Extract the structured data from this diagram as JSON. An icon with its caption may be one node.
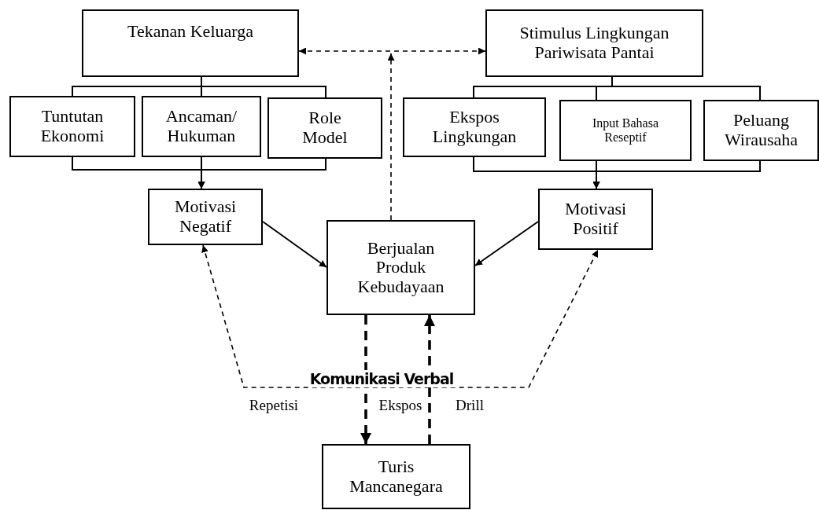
{
  "diagram": {
    "nodes": [
      {
        "text": [
          "Tekanan Keluarga"
        ]
      },
      {
        "text": [
          "Stimulus Lingkungan Pariwisata Pantai"
        ]
      },
      {
        "text": [
          "Tuntutan Ekonomi"
        ]
      },
      {
        "text": [
          "Ancaman/ Hukuman"
        ]
      },
      {
        "text": [
          "Role Model"
        ]
      },
      {
        "text": [
          "Ekspos Lingkungan"
        ]
      },
      {
        "text": [
          "Input Bahasa Reseptif"
        ]
      },
      {
        "text": [
          "Peluang Wirausaha"
        ]
      },
      {
        "text": [
          "Motivasi Negatif"
        ]
      },
      {
        "text": [
          "Motivasi Positif"
        ]
      },
      {
        "text": [
          "Berjualan Produk Kebudayaan"
        ]
      },
      {
        "text": [
          "Turis Mancanegara"
        ]
      }
    ],
    "edges": [
      {
        "from": 0,
        "to": 2,
        "arrow": "none"
      },
      {
        "from": 0,
        "to": 3,
        "arrow": "none"
      },
      {
        "from": 0,
        "to": 4,
        "arrow": "none"
      },
      {
        "from": 1,
        "to": 5,
        "arrow": "none"
      },
      {
        "from": 1,
        "to": 6,
        "arrow": "none"
      },
      {
        "from": 1,
        "to": 7,
        "arrow": "none"
      },
      {
        "from": 2,
        "to": 8,
        "arrow": "to"
      },
      {
        "from": 3,
        "to": 8,
        "arrow": "to"
      },
      {
        "from": 4,
        "to": 8,
        "arrow": "to"
      },
      {
        "from": 5,
        "to": 9,
        "arrow": "to"
      },
      {
        "from": 6,
        "to": 9,
        "arrow": "to"
      },
      {
        "from": 7,
        "to": 9,
        "arrow": "to"
      },
      {
        "from": 8,
        "to": 10,
        "arrow": "to"
      },
      {
        "from": 9,
        "to": 10,
        "arrow": "to"
      },
      {
        "from": 0,
        "to": 1,
        "arrow": "both",
        "style": "dashed"
      },
      {
        "from": 10,
        "to": null,
        "arrow": "to",
        "style": "dashed"
      },
      {
        "from": 10,
        "to": 11,
        "arrow": "to",
        "style": "dashed"
      },
      {
        "from": 11,
        "to": 10,
        "arrow": "to",
        "style": "dashed"
      },
      {
        "from": 8,
        "to": 9,
        "arrow": "both",
        "style": "dashed",
        "label": "Komunikasi Verbal"
      }
    ],
    "labels": [
      "Repetisi",
      "Ekspos",
      "Drill"
    ]
  }
}
